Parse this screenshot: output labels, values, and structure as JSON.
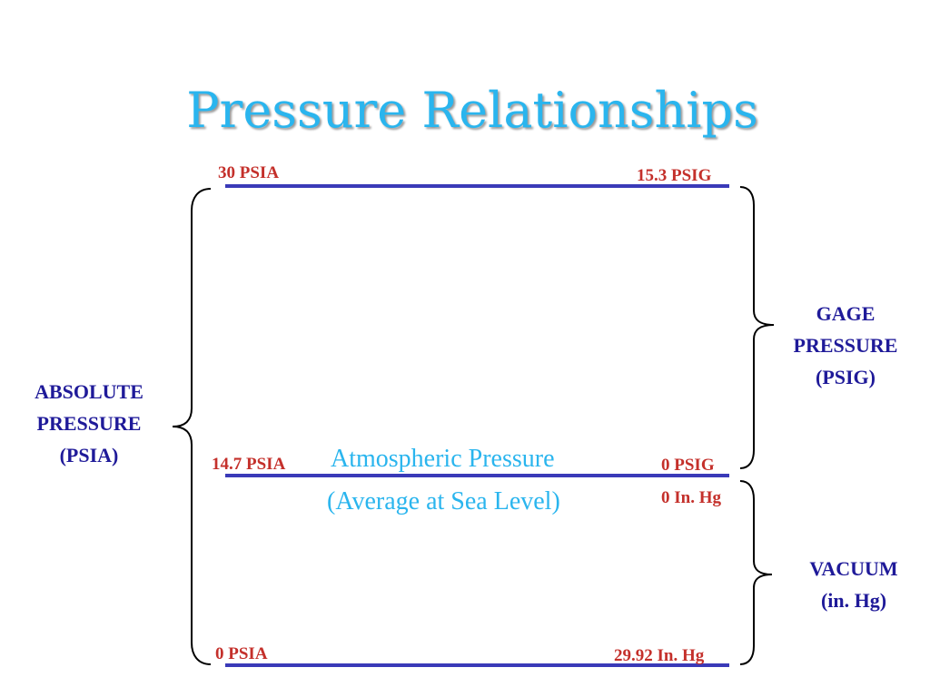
{
  "title": "Pressure Relationships",
  "levels": {
    "top": {
      "left_label": "30 PSIA",
      "right_label": "15.3 PSIG"
    },
    "atmospheric": {
      "left_label": "14.7 PSIA",
      "right_label": "0 PSIG",
      "right_label_2": "0 In. Hg"
    },
    "bottom": {
      "left_label": "0 PSIA",
      "right_label": "29.92 In. Hg"
    }
  },
  "atmospheric": {
    "line1": "Atmospheric Pressure",
    "line2": "(Average at Sea Level)"
  },
  "absolute": {
    "line1": "ABSOLUTE",
    "line2": "PRESSURE",
    "line3": "(PSIA)"
  },
  "gage": {
    "line1": "GAGE",
    "line2": "PRESSURE",
    "line3": "(PSIG)"
  },
  "vacuum": {
    "line1": "VACUUM",
    "line2": "(in. Hg)"
  },
  "colors": {
    "title": "#2ab5ee",
    "level_line": "#3a3ab8",
    "label_red": "#c4302b",
    "label_blue": "#1f1a99",
    "atmospheric_text": "#2ab5ee"
  }
}
